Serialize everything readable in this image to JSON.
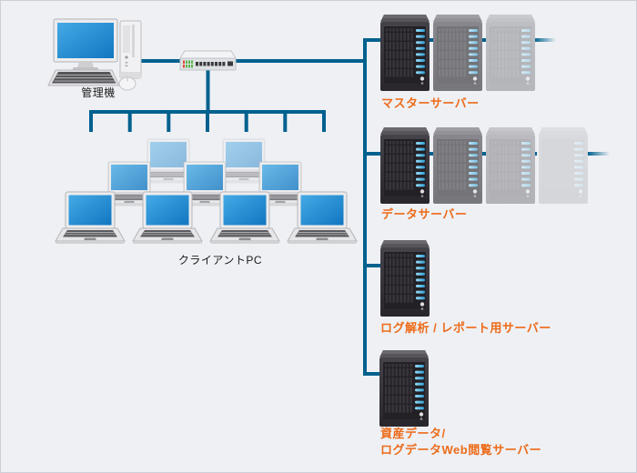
{
  "diagram": {
    "admin": {
      "label": "管理機"
    },
    "clients": {
      "label": "クライアントPC",
      "count": 9
    },
    "servers": [
      {
        "label": "マスターサーバー",
        "unit_count": 3
      },
      {
        "label": "データサーバー",
        "unit_count": 4
      },
      {
        "label": "ログ解析 / レポート用サーバー",
        "unit_count": 1
      },
      {
        "label_line1": "資産データ/",
        "label_line2": "ログデータWeb閲覧サーバー",
        "unit_count": 1
      }
    ],
    "colors": {
      "background": "#eef0f4",
      "connection_line": "#00618e",
      "label_accent": "#ed6b1a",
      "screen_blue": "#2196dc",
      "server_led": "#5ac2ee"
    }
  }
}
